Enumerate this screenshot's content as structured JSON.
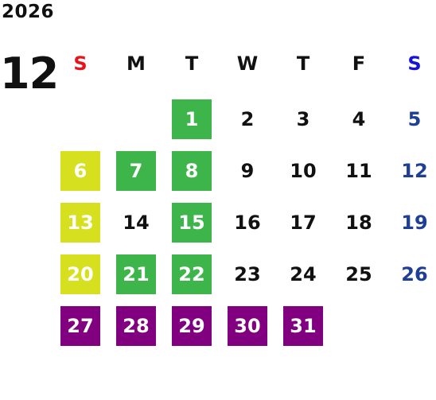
{
  "calendar": {
    "year": "2026",
    "month": "12",
    "weekdays": [
      {
        "label": "S",
        "color": "#e8141b"
      },
      {
        "label": "M",
        "color": "#111111"
      },
      {
        "label": "T",
        "color": "#111111"
      },
      {
        "label": "W",
        "color": "#111111"
      },
      {
        "label": "T",
        "color": "#111111"
      },
      {
        "label": "F",
        "color": "#111111"
      },
      {
        "label": "S",
        "color": "#1414d6"
      }
    ],
    "first_weekday_index": 2,
    "days": [
      {
        "day": "1",
        "fill": "#3db54a"
      },
      {
        "day": "2",
        "fill": null
      },
      {
        "day": "3",
        "fill": null
      },
      {
        "day": "4",
        "fill": null
      },
      {
        "day": "5",
        "fill": null,
        "text_color": "#1f3f96"
      },
      {
        "day": "6",
        "fill": "#d6e01f"
      },
      {
        "day": "7",
        "fill": "#3db54a"
      },
      {
        "day": "8",
        "fill": "#3db54a"
      },
      {
        "day": "9",
        "fill": null
      },
      {
        "day": "10",
        "fill": null
      },
      {
        "day": "11",
        "fill": null
      },
      {
        "day": "12",
        "fill": null,
        "text_color": "#1f3f96"
      },
      {
        "day": "13",
        "fill": "#d6e01f"
      },
      {
        "day": "14",
        "fill": null
      },
      {
        "day": "15",
        "fill": "#3db54a"
      },
      {
        "day": "16",
        "fill": null
      },
      {
        "day": "17",
        "fill": null
      },
      {
        "day": "18",
        "fill": null
      },
      {
        "day": "19",
        "fill": null,
        "text_color": "#1f3f96"
      },
      {
        "day": "20",
        "fill": "#d6e01f"
      },
      {
        "day": "21",
        "fill": "#3db54a"
      },
      {
        "day": "22",
        "fill": "#3db54a"
      },
      {
        "day": "23",
        "fill": null
      },
      {
        "day": "24",
        "fill": null
      },
      {
        "day": "25",
        "fill": null
      },
      {
        "day": "26",
        "fill": null,
        "text_color": "#1f3f96"
      },
      {
        "day": "27",
        "fill": "#800080"
      },
      {
        "day": "28",
        "fill": "#800080"
      },
      {
        "day": "29",
        "fill": "#800080"
      },
      {
        "day": "30",
        "fill": "#800080"
      },
      {
        "day": "31",
        "fill": "#800080"
      }
    ]
  }
}
